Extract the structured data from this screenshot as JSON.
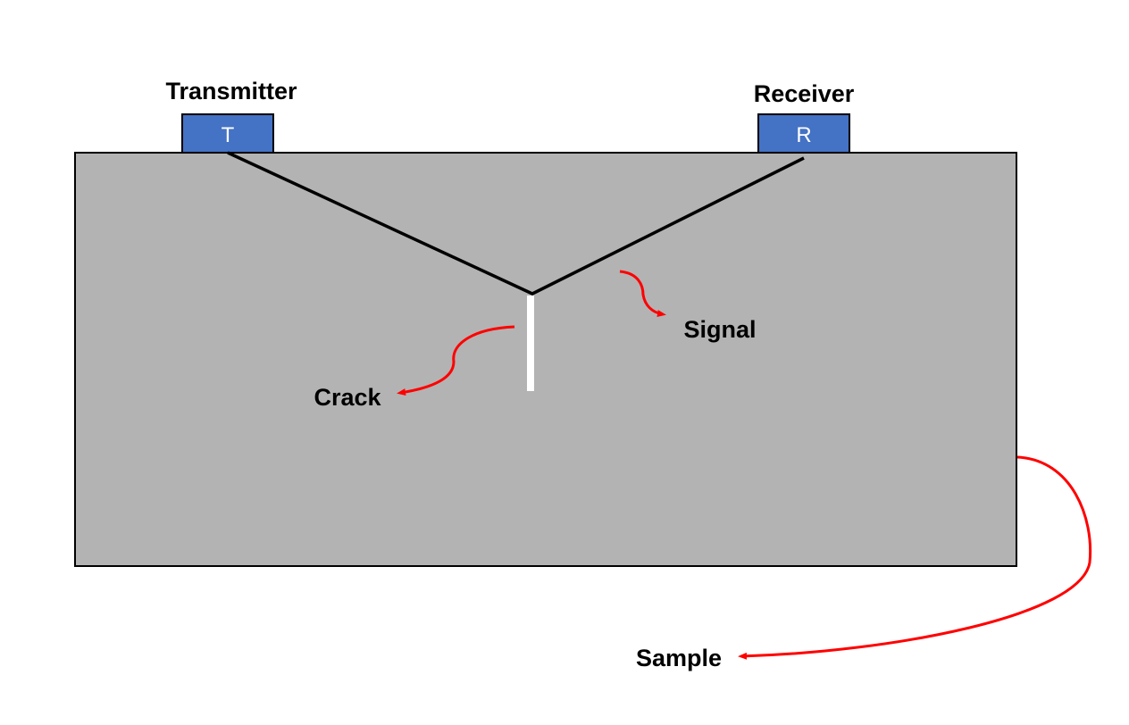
{
  "labels": {
    "transmitter": "Transmitter",
    "receiver": "Receiver",
    "signal": "Signal",
    "crack": "Crack",
    "sample": "Sample"
  },
  "boxes": {
    "transmitter_letter": "T",
    "receiver_letter": "R"
  },
  "colors": {
    "sample_fill": "#b3b3b3",
    "probe_fill": "#4472c4",
    "arrow": "#ff0000",
    "crack": "#ffffff",
    "signal_path": "#000000"
  }
}
